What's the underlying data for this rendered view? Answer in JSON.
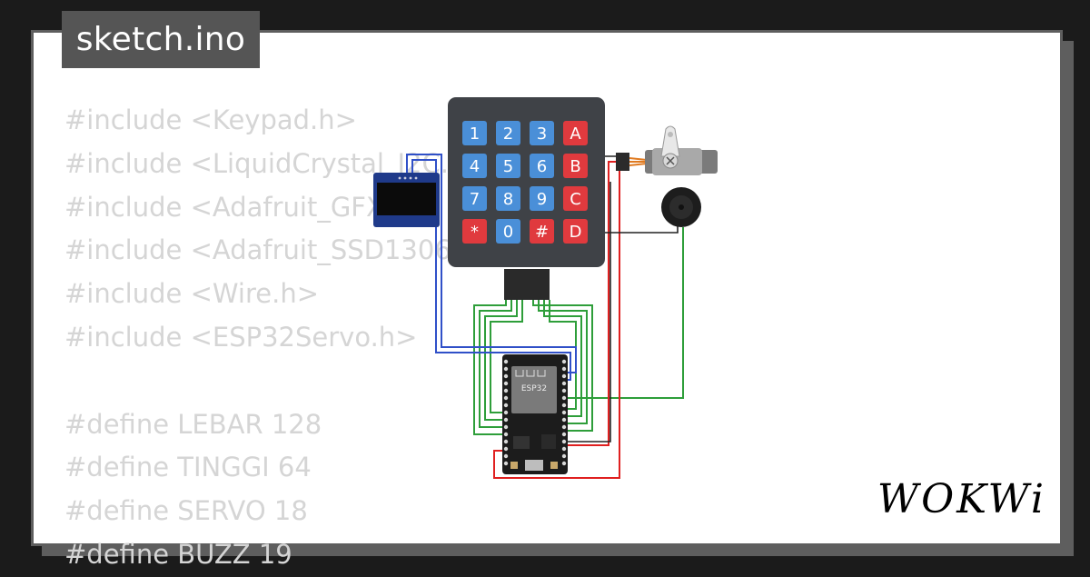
{
  "tab": {
    "filename": "sketch.ino"
  },
  "code_lines": [
    "#include <Keypad.h>",
    "#include <LiquidCrystal_I2C.h>",
    "#include <Adafruit_GFX.h>",
    "#include <Adafruit_SSD1306.h>",
    "#include <Wire.h>",
    "#include <ESP32Servo.h>",
    "",
    "#define LEBAR 128",
    "#define TINGGI 64",
    "#define SERVO 18",
    "#define BUZZ 19"
  ],
  "keypad": {
    "keys": [
      "1",
      "2",
      "3",
      "A",
      "4",
      "5",
      "6",
      "B",
      "7",
      "8",
      "9",
      "C",
      "*",
      "0",
      "#",
      "D"
    ]
  },
  "board": {
    "label": "ESP32"
  },
  "brand": {
    "logo": "WOKWi"
  },
  "colors": {
    "number_key": "#4a8fd8",
    "letter_key": "#e03a3e",
    "wire_green": "#2e9e3a",
    "wire_red": "#e02020",
    "wire_blue": "#3050c8",
    "wire_black": "#222222"
  }
}
